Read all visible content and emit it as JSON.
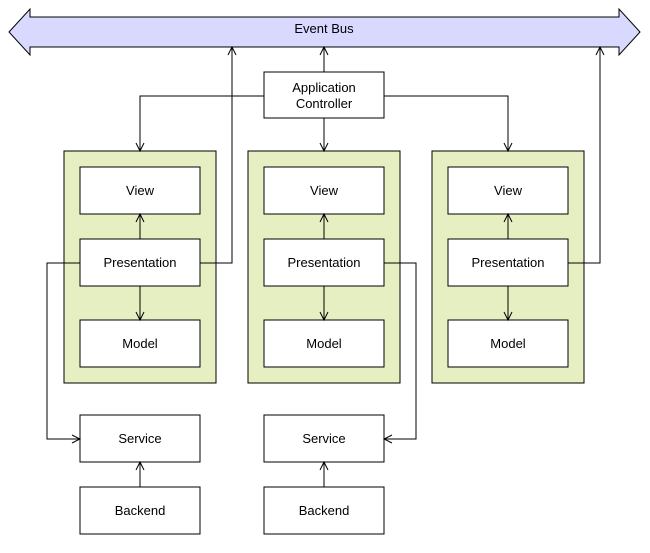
{
  "event_bus": {
    "label": "Event Bus"
  },
  "application_controller": {
    "label": "Application Controller",
    "lines": [
      "Application",
      "Controller"
    ]
  },
  "modules": [
    {
      "view": "View",
      "presentation": "Presentation",
      "model": "Model"
    },
    {
      "view": "View",
      "presentation": "Presentation",
      "model": "Model"
    },
    {
      "view": "View",
      "presentation": "Presentation",
      "model": "Model"
    }
  ],
  "services": [
    {
      "service": "Service",
      "backend": "Backend"
    },
    {
      "service": "Service",
      "backend": "Backend"
    }
  ],
  "colors": {
    "bus_fill": "#d9d9ff",
    "group_fill": "#e6efc2",
    "box_fill": "#ffffff",
    "stroke": "#000000"
  }
}
